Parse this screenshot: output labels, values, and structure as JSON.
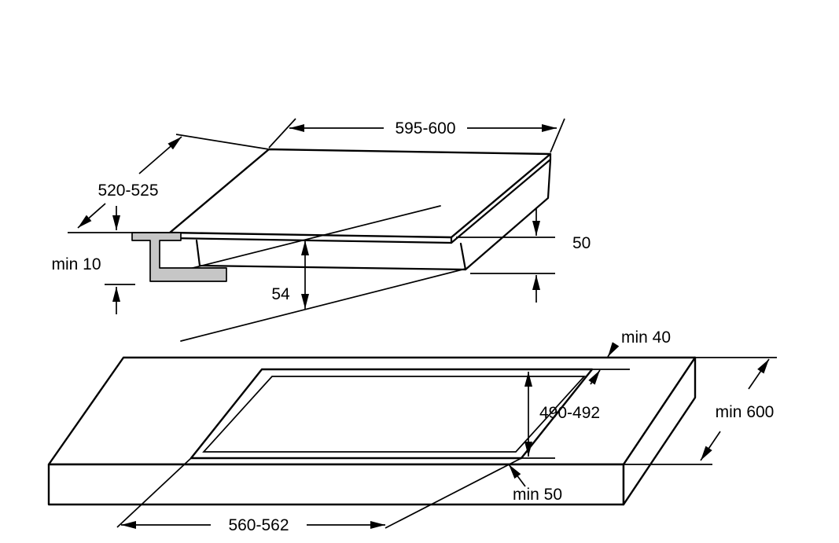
{
  "diagram": {
    "hob": {
      "width_label": "595-600",
      "depth_label": "520-525",
      "height_label": "54",
      "recess_height_label": "50",
      "bracket_clearance_label": "min 10"
    },
    "worktop": {
      "back_edge_distance_label": "min 40",
      "cutout_depth_label": "490-492",
      "depth_label": "min 600",
      "front_edge_distance_label": "min 50",
      "cutout_width_label": "560-562"
    },
    "colors": {
      "line": "#000000",
      "bracket_fill": "#c6c6c6",
      "background": "#ffffff"
    }
  }
}
